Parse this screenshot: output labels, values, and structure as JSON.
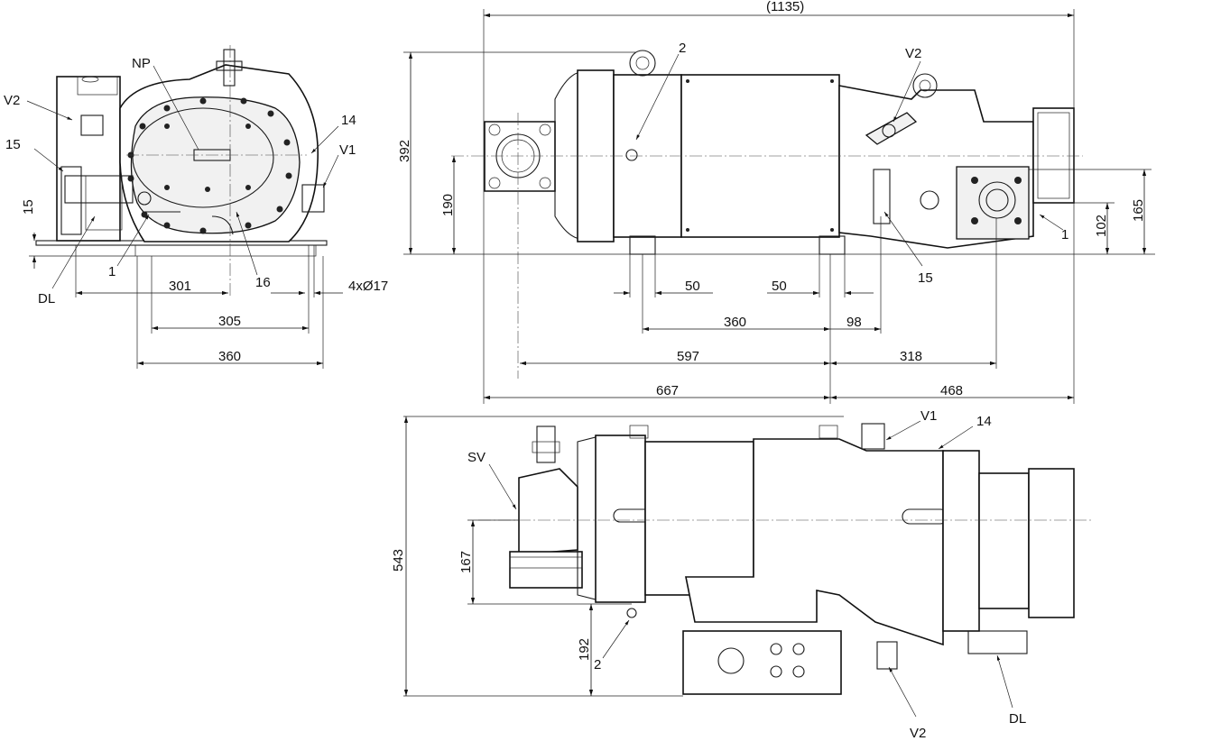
{
  "overall_length": "(1135)",
  "side_view": {
    "labels": {
      "v2": "V2",
      "np": "NP",
      "c15": "15",
      "c14": "14",
      "v1": "V1",
      "c1": "1",
      "c16": "16",
      "dl": "DL"
    },
    "dims": {
      "h15": "15",
      "d301": "301",
      "d305": "305",
      "d360": "360",
      "holes": "4xØ17"
    }
  },
  "front_view": {
    "labels": {
      "c2": "2",
      "v2": "V2",
      "c1": "1",
      "c15": "15"
    },
    "dims": {
      "h392": "392",
      "h190": "190",
      "h102": "102",
      "h165": "165",
      "d50a": "50",
      "d50b": "50",
      "d360": "360",
      "d98": "98",
      "d597": "597",
      "d318": "318",
      "d667": "667",
      "d468": "468"
    }
  },
  "top_view": {
    "labels": {
      "v1": "V1",
      "c14": "14",
      "sv": "SV",
      "c2": "2",
      "v2": "V2",
      "dl": "DL"
    },
    "dims": {
      "h543": "543",
      "h167": "167",
      "h192": "192"
    }
  }
}
